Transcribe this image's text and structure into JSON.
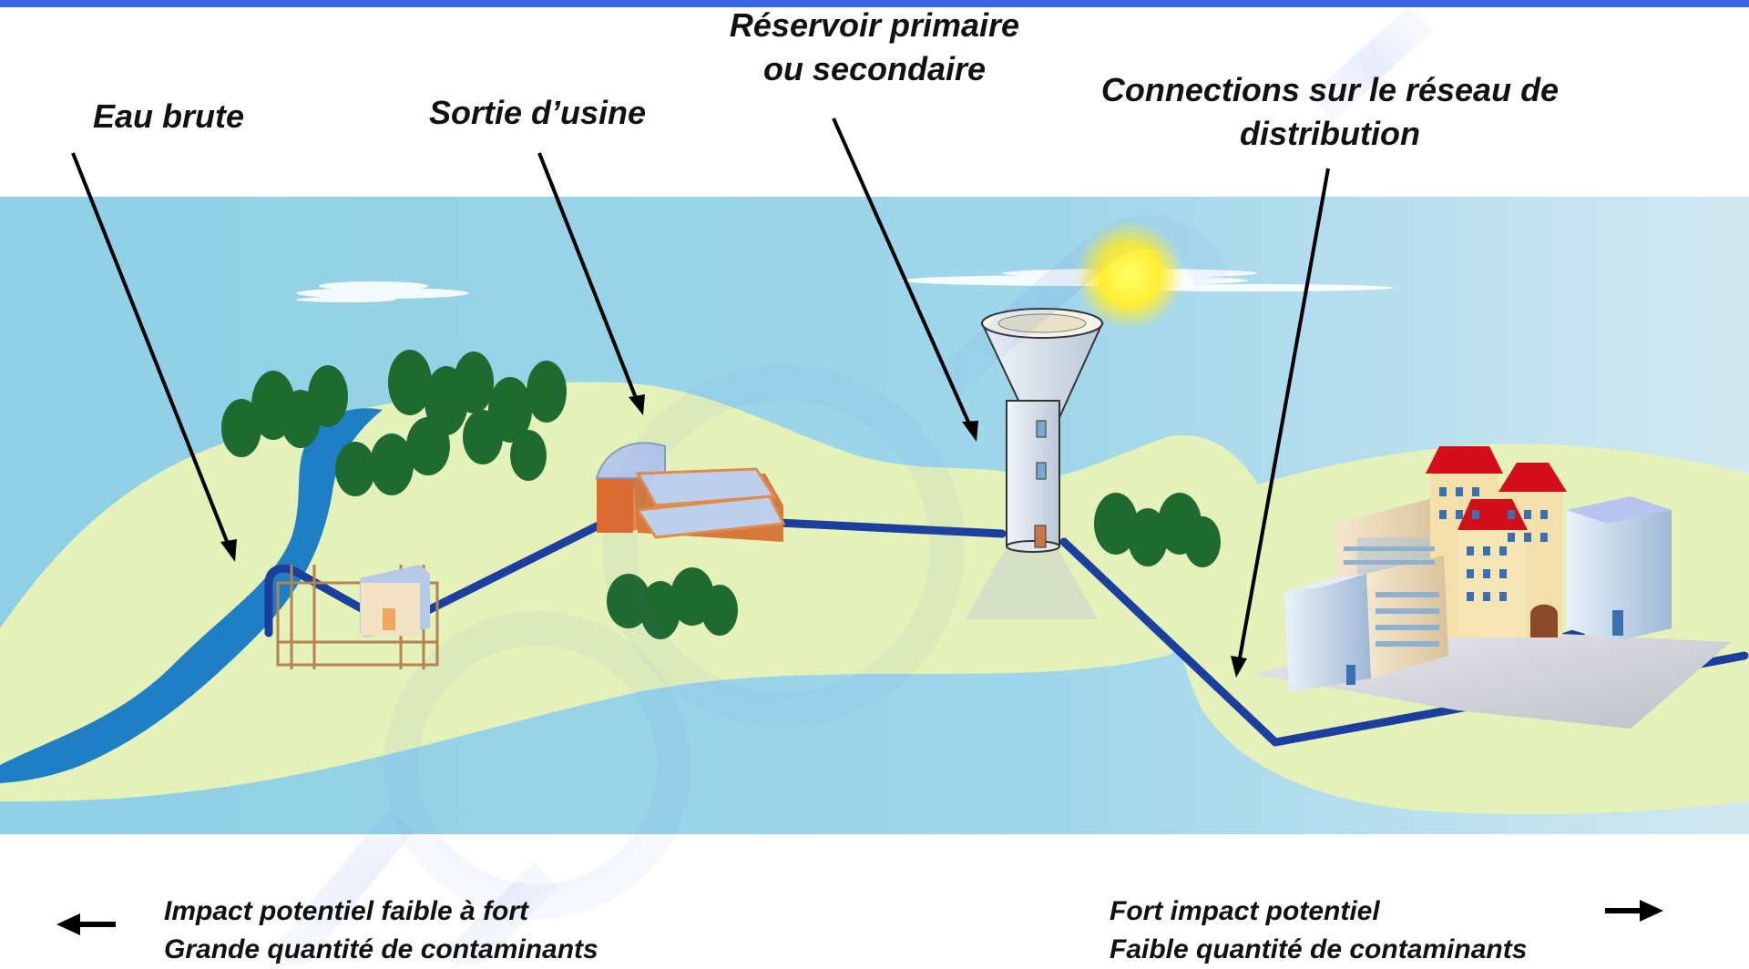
{
  "labels": {
    "raw_water": "Eau brute",
    "plant_outlet": "Sortie d’usine",
    "reservoir_line1": "Réservoir primaire",
    "reservoir_line2": "ou secondaire",
    "connections_line1": "Connections sur le réseau de",
    "connections_line2": "distribution"
  },
  "footer": {
    "left_line1": "Impact potentiel faible à fort",
    "left_line2": "Grande quantité de contaminants",
    "right_line1": "Fort impact potentiel",
    "right_line2": "Faible quantité de contaminants",
    "left_arrow_icon": "arrow-left-icon",
    "right_arrow_icon": "arrow-right-icon"
  },
  "watermark": "EOODRISK",
  "colors": {
    "top_bar": "#3a63e0",
    "sky": "#8fd0e4",
    "land": "#e4f1b9",
    "river": "#1e7fc4",
    "pipe": "#1b3f9e",
    "trees": "#1f6a2e",
    "plant": "#e06a2a",
    "roofs": "#d40d1b",
    "sun": "#ffee33"
  }
}
